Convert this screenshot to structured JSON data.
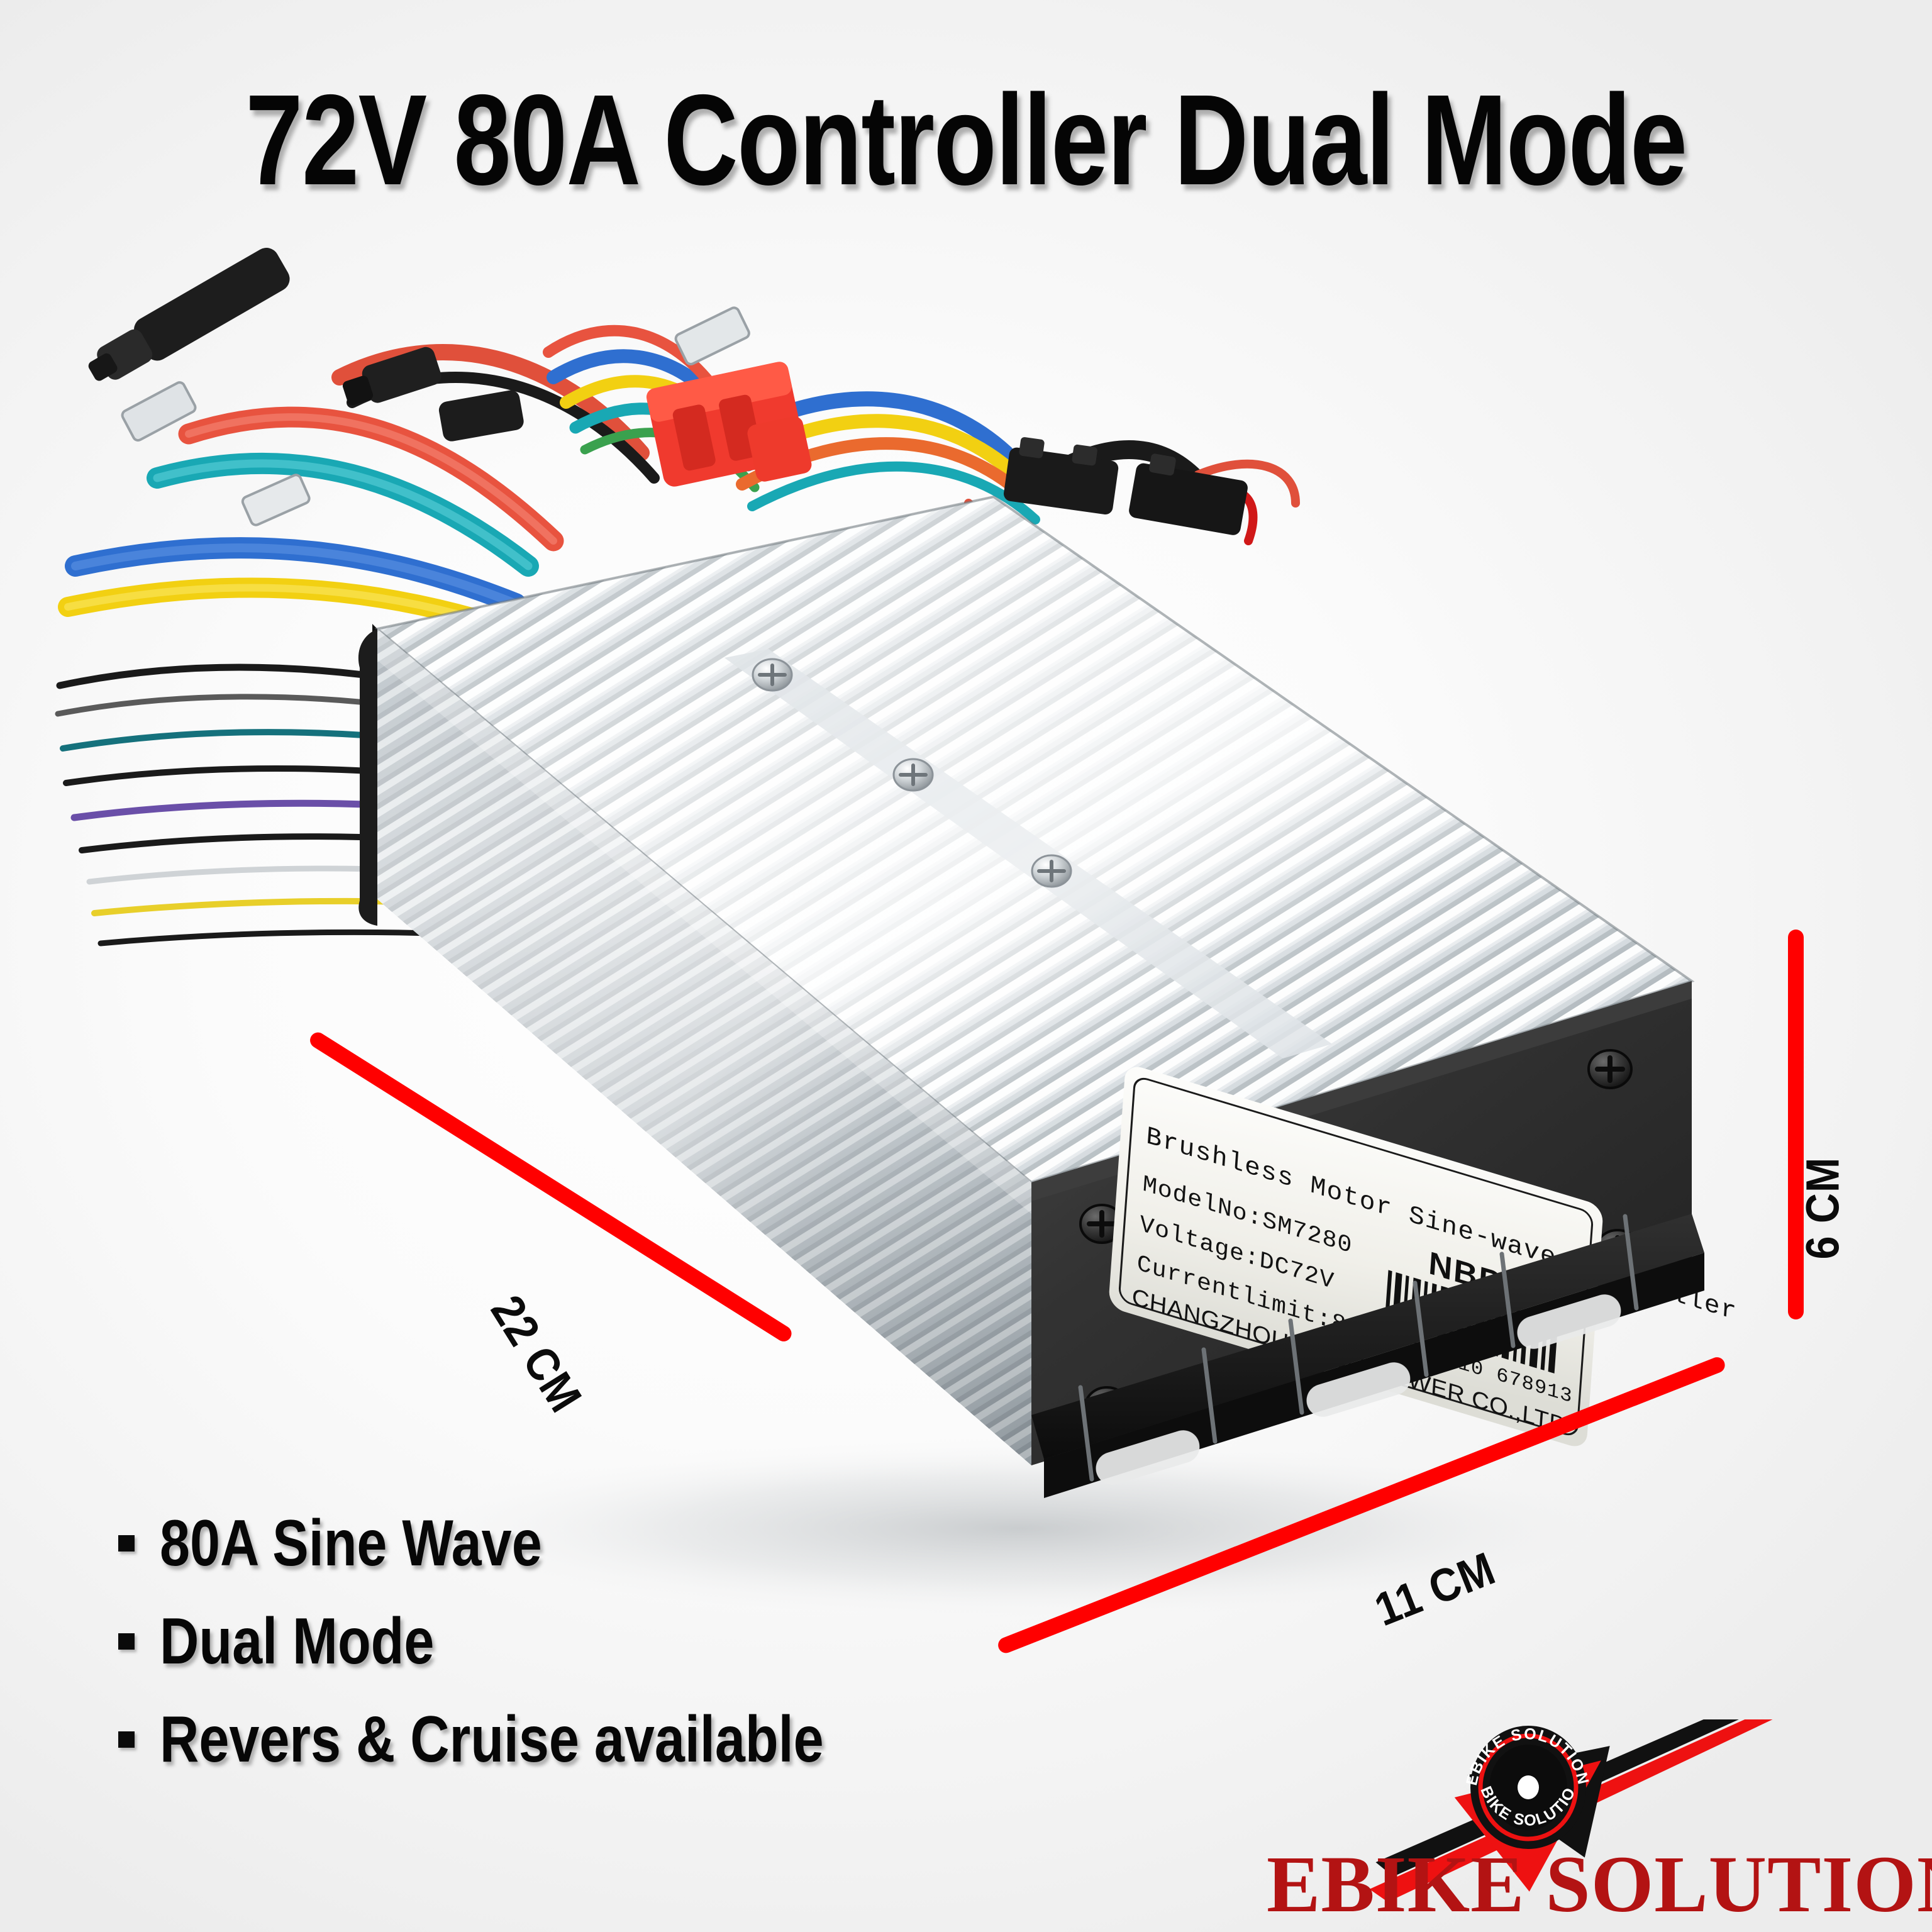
{
  "title": "72V 80A Controller Dual Mode",
  "features": [
    {
      "label": "80A Sine Wave"
    },
    {
      "label": "Dual Mode"
    },
    {
      "label": "Revers & Cruise available"
    }
  ],
  "dimensions": {
    "length": "22 CM",
    "height": "6 CM",
    "width": "11 CM",
    "line_color": "#ff0000"
  },
  "product_label": {
    "heading": "Brushless Motor Sine-wave Controller",
    "brand_mark": "NBP",
    "model": "ModelNo:SM7280",
    "voltage": "Voltage:DC72V",
    "current": "Currentlimit:80A",
    "company": "CHANGZHOUNIUBO POWER CO.,LTD",
    "barcode_number": "2  230810  678913"
  },
  "logo": {
    "wordmark": "EBIKE SOLUTION",
    "emblem_text_top": "EBIKE SOLUTION",
    "emblem_text_bottom": "EBIKE SOLUTION",
    "red": "#ee1111",
    "dark_red": "#b31313",
    "black": "#111111"
  },
  "colors": {
    "background": "#f6f6f6",
    "heatsink_light": "#f4f6f7",
    "heatsink_mid": "#b9c0c4",
    "heatsink_dark": "#848d93",
    "endplate": "#242424",
    "accent_red": "#ff0000"
  }
}
